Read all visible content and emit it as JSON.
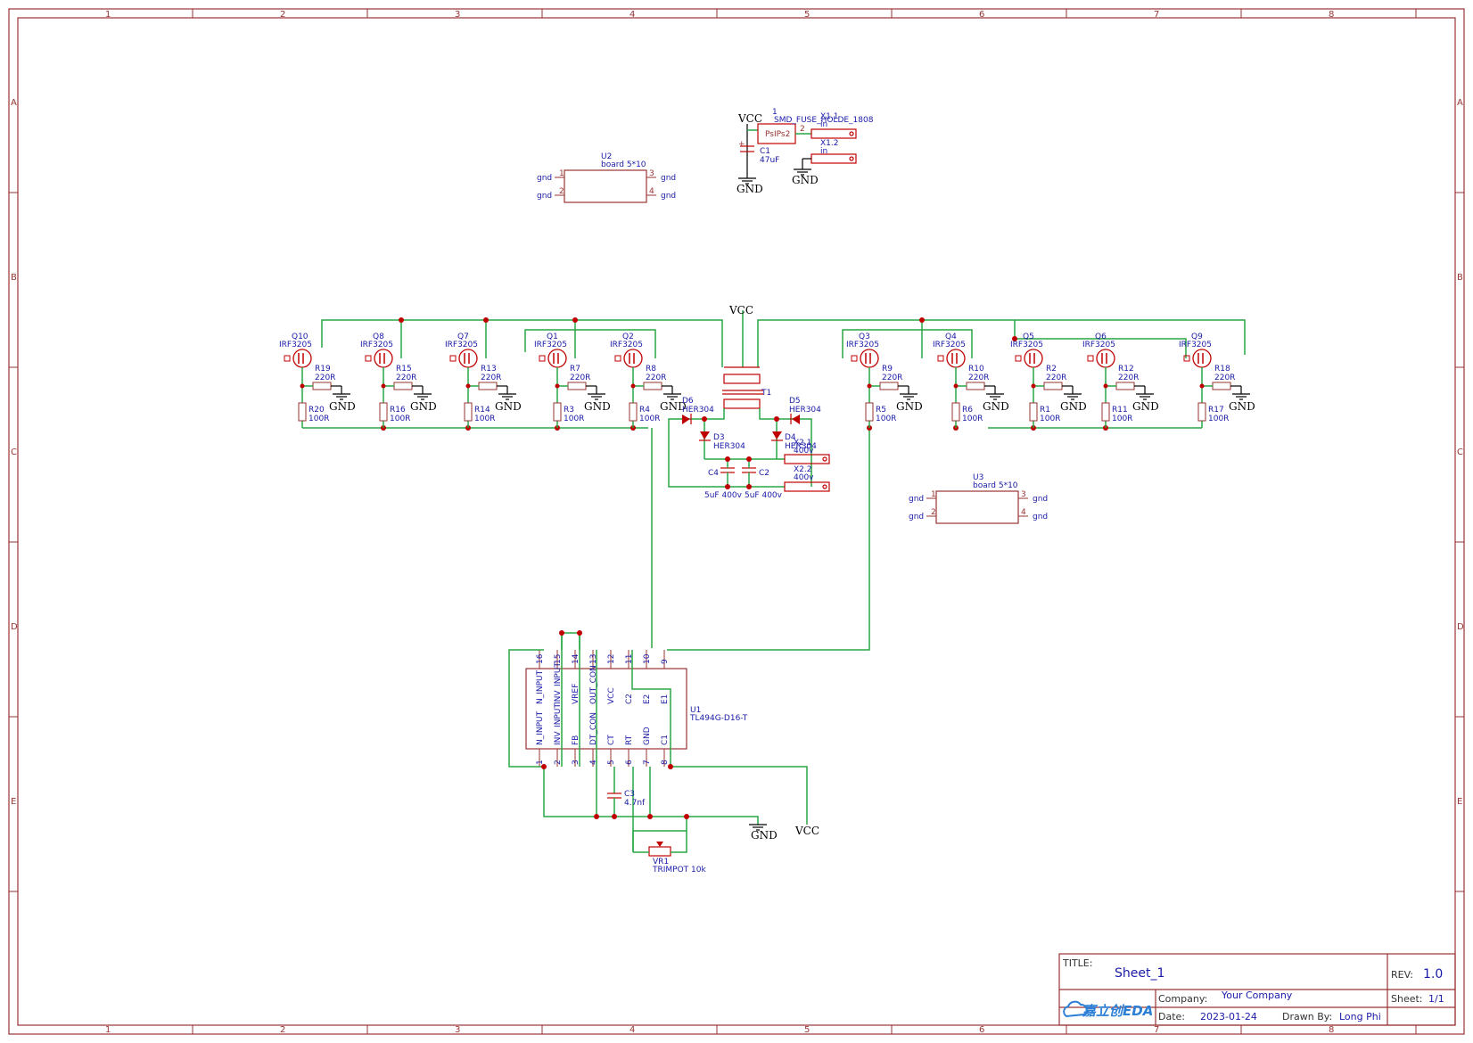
{
  "zone_columns": [
    "1",
    "2",
    "3",
    "4",
    "5",
    "6",
    "7",
    "8"
  ],
  "zone_rows": [
    "A",
    "B",
    "C",
    "D",
    "E"
  ],
  "title_block": {
    "title_label": "TITLE:",
    "title": "Sheet_1",
    "rev_label": "REV:",
    "rev": "1.0",
    "company_label": "Company:",
    "company": "Your Company",
    "sheet_label": "Sheet:",
    "sheet": "1/1",
    "date_label": "Date:",
    "date": "2023-01-24",
    "drawn_label": "Drawn By:",
    "drawn": "Long Phi",
    "logo_text": "嘉立创EDA"
  },
  "nets": {
    "vcc": "VCC",
    "gnd": "GND",
    "gnd_small": "gnd"
  },
  "mosfets": [
    {
      "ref": "Q10",
      "val": "IRF3205"
    },
    {
      "ref": "Q8",
      "val": "IRF3205"
    },
    {
      "ref": "Q7",
      "val": "IRF3205"
    },
    {
      "ref": "Q1",
      "val": "IRF3205"
    },
    {
      "ref": "Q2",
      "val": "IRF3205"
    },
    {
      "ref": "Q3",
      "val": "IRF3205"
    },
    {
      "ref": "Q4",
      "val": "IRF3205"
    },
    {
      "ref": "Q5",
      "val": "IRF3205"
    },
    {
      "ref": "Q6",
      "val": "IRF3205"
    },
    {
      "ref": "Q9",
      "val": "IRF3205"
    }
  ],
  "gate_resistors": [
    {
      "ref": "R19",
      "val": "220R"
    },
    {
      "ref": "R15",
      "val": "220R"
    },
    {
      "ref": "R13",
      "val": "220R"
    },
    {
      "ref": "R7",
      "val": "220R"
    },
    {
      "ref": "R8",
      "val": "220R"
    },
    {
      "ref": "R9",
      "val": "220R"
    },
    {
      "ref": "R10",
      "val": "220R"
    },
    {
      "ref": "R2",
      "val": "220R"
    },
    {
      "ref": "R12",
      "val": "220R"
    },
    {
      "ref": "R18",
      "val": "220R"
    }
  ],
  "pulldown_resistors": [
    {
      "ref": "R20",
      "val": "100R"
    },
    {
      "ref": "R16",
      "val": "100R"
    },
    {
      "ref": "R14",
      "val": "100R"
    },
    {
      "ref": "R3",
      "val": "100R"
    },
    {
      "ref": "R4",
      "val": "100R"
    },
    {
      "ref": "R5",
      "val": "100R"
    },
    {
      "ref": "R6",
      "val": "100R"
    },
    {
      "ref": "R1",
      "val": "100R"
    },
    {
      "ref": "R11",
      "val": "100R"
    },
    {
      "ref": "R17",
      "val": "100R"
    }
  ],
  "transformer": {
    "ref": "T1"
  },
  "diodes": [
    {
      "ref": "D6",
      "val": "HER304"
    },
    {
      "ref": "D3",
      "val": "HER304"
    },
    {
      "ref": "D5",
      "val": "HER304"
    },
    {
      "ref": "D4",
      "val": "HER304"
    }
  ],
  "output_caps": [
    {
      "ref": "C4",
      "val": "5uF 400v"
    },
    {
      "ref": "C2",
      "val": "5uF 400v"
    }
  ],
  "output_connectors": [
    {
      "ref": "X2.1",
      "val": "400v"
    },
    {
      "ref": "X2.2",
      "val": "400v"
    }
  ],
  "input": {
    "fuse_ref": "1",
    "fuse_val": "SMD_FUSE_HOLDE_1808",
    "fuse_mark": "PsIPs2",
    "fuse_pin": "2",
    "x11_ref": "X1.1",
    "x11_val": "in",
    "x12_ref": "X1.2",
    "x12_val": "in",
    "c1_ref": "C1",
    "c1_val": "47uF"
  },
  "boards": [
    {
      "ref": "U2",
      "val": "board 5*10",
      "pins": [
        "1",
        "2",
        "3",
        "4"
      ],
      "pin_net": "gnd"
    },
    {
      "ref": "U3",
      "val": "board 5*10",
      "pins": [
        "1",
        "2",
        "3",
        "4"
      ],
      "pin_net": "gnd"
    }
  ],
  "ic": {
    "ref": "U1",
    "val": "TL494G-D16-T",
    "top_pins": [
      {
        "num": "16",
        "name": "N_INPUT"
      },
      {
        "num": "15",
        "name": "INV_INPUT"
      },
      {
        "num": "14",
        "name": "VREF"
      },
      {
        "num": "13",
        "name": "OUT_CON"
      },
      {
        "num": "12",
        "name": "VCC"
      },
      {
        "num": "11",
        "name": "C2"
      },
      {
        "num": "10",
        "name": "E2"
      },
      {
        "num": "9",
        "name": "E1"
      }
    ],
    "bottom_pins": [
      {
        "num": "1",
        "name": "N_INPUT"
      },
      {
        "num": "2",
        "name": "INV_INPUT"
      },
      {
        "num": "3",
        "name": "FB"
      },
      {
        "num": "4",
        "name": "DT_CON"
      },
      {
        "num": "5",
        "name": "CT"
      },
      {
        "num": "6",
        "name": "RT"
      },
      {
        "num": "7",
        "name": "GND"
      },
      {
        "num": "8",
        "name": "C1"
      }
    ]
  },
  "c3": {
    "ref": "C3",
    "val": "4.7nf"
  },
  "vr1": {
    "ref": "VR1",
    "val": "TRIMPOT 10k"
  },
  "colors": {
    "frame": "#993333",
    "wire": "#28a745",
    "label": "#1a1aa8",
    "component": "#c00000"
  }
}
